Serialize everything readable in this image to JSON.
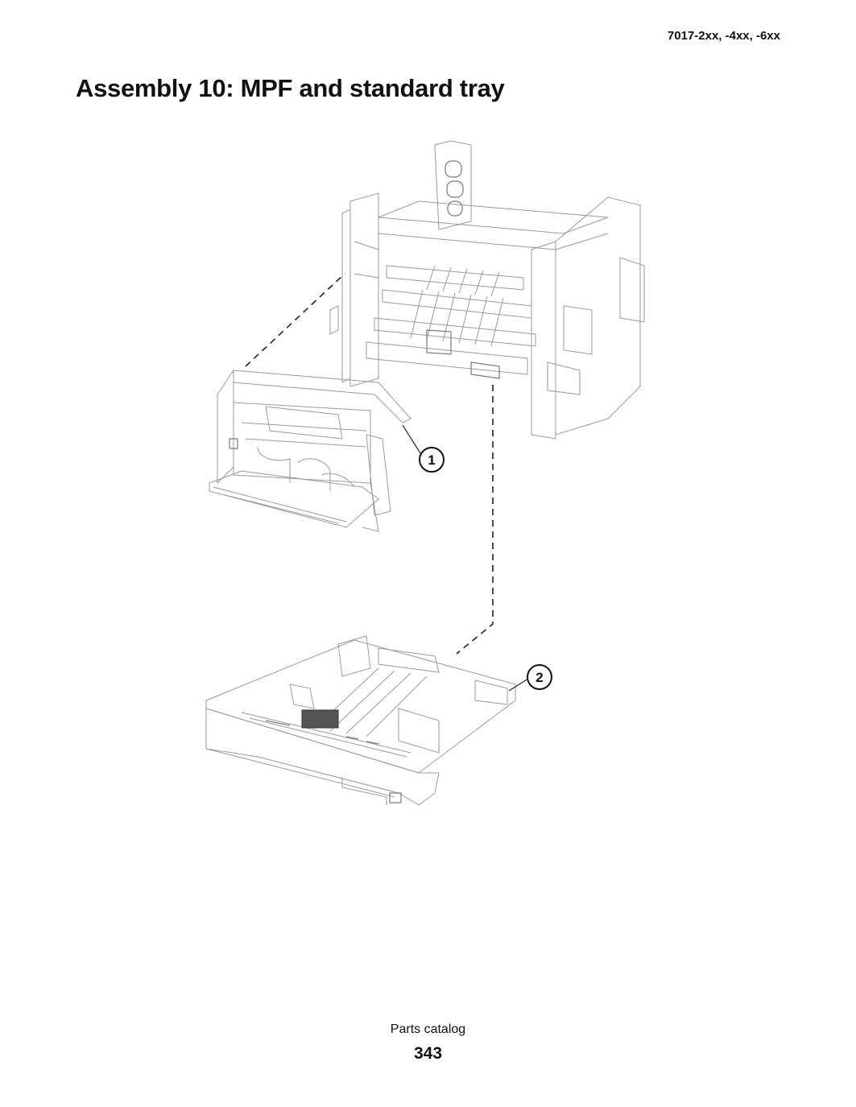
{
  "header": {
    "model": "7017-2xx, -4xx, -6xx"
  },
  "title": "Assembly 10: MPF and standard tray",
  "figure": {
    "callouts": [
      {
        "number": "1"
      },
      {
        "number": "2"
      }
    ]
  },
  "footer": {
    "section": "Parts catalog",
    "page": "343"
  }
}
